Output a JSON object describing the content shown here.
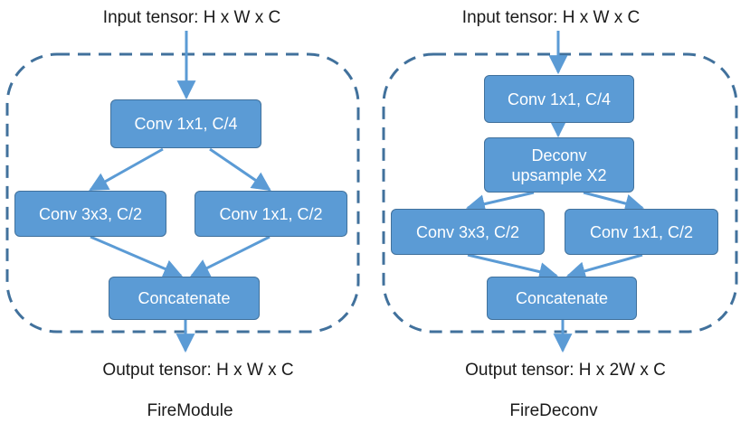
{
  "colors": {
    "box_fill": "#5b9bd5",
    "box_border": "#41719c",
    "arrow": "#5b9bd5",
    "dashed_border": "#41719c"
  },
  "left": {
    "input_label": "Input tensor: H x W x C",
    "conv1": "Conv 1x1, C/4",
    "branch_left": "Conv 3x3, C/2",
    "branch_right": "Conv 1x1, C/2",
    "concat": "Concatenate",
    "output_label": "Output tensor: H x W x C",
    "caption": "FireModule"
  },
  "right": {
    "input_label": "Input tensor: H x W x C",
    "conv1": "Conv 1x1, C/4",
    "deconv_line1": "Deconv",
    "deconv_line2": "upsample X2",
    "branch_left": "Conv 3x3, C/2",
    "branch_right": "Conv 1x1, C/2",
    "concat": "Concatenate",
    "output_label": "Output tensor: H x 2W x C",
    "caption": "FireDeconv"
  }
}
